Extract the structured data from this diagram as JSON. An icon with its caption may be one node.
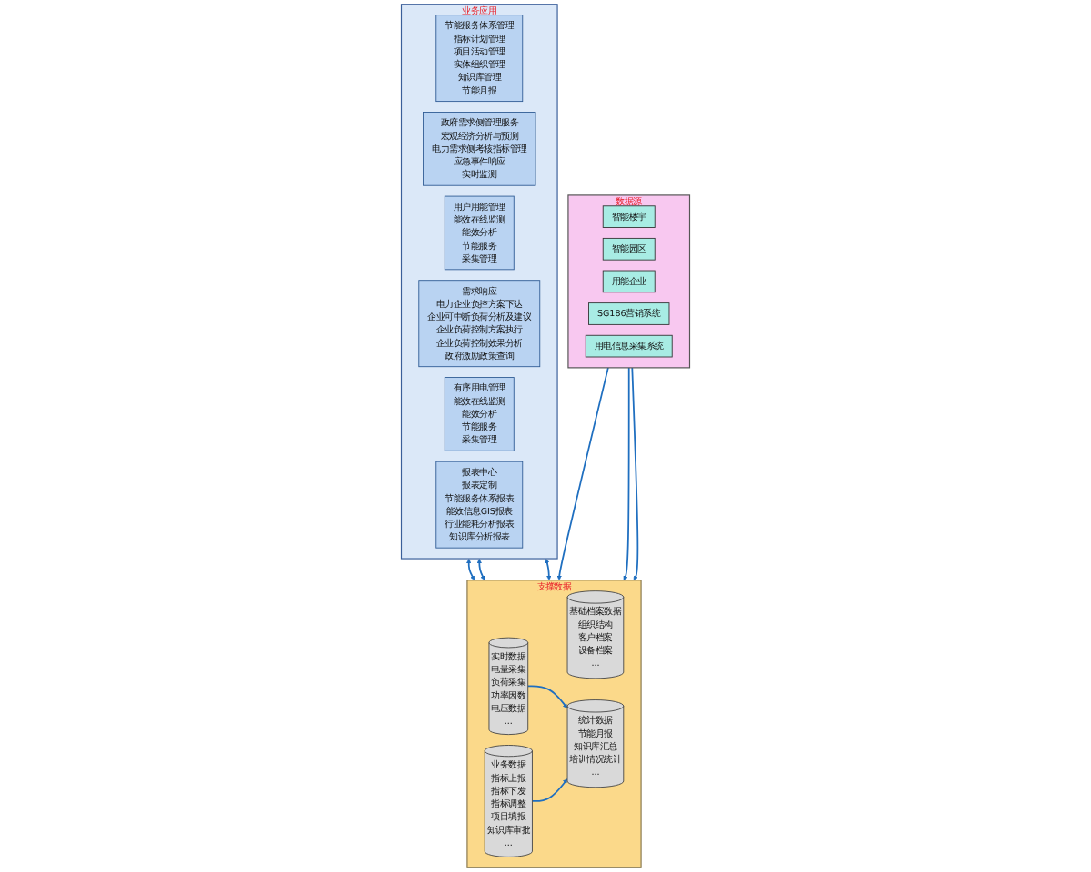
{
  "diagram": {
    "nodes": [
      {
        "text": [
          "业务应用"
        ]
      },
      {
        "text": [
          "节能服务体系管理",
          "指标计划管理",
          "项目活动管理",
          "实体组织管理",
          "知识库管理",
          "节能月报"
        ],
        "in": 0
      },
      {
        "text": [
          "政府需求侧管理服务",
          "宏观经济分析与预测",
          "电力需求侧考核指标管理",
          "应急事件响应",
          "实时监测"
        ],
        "in": 0
      },
      {
        "text": [
          "用户用能管理",
          "能效在线监测",
          "能效分析",
          "节能服务",
          "采集管理"
        ],
        "in": 0
      },
      {
        "text": [
          "需求响应",
          "电力企业负控方案下达",
          "企业可中断负荷分析及建议",
          "企业负荷控制方案执行",
          "企业负荷控制效果分析",
          "政府激励政策查询"
        ],
        "in": 0
      },
      {
        "text": [
          "有序用电管理",
          "能效在线监测",
          "能效分析",
          "节能服务",
          "采集管理"
        ],
        "in": 0
      },
      {
        "text": [
          "报表中心",
          "报表定制",
          "节能服务体系报表",
          "能效信息GIS报表",
          "行业能耗分析报表",
          "知识库分析报表"
        ],
        "in": 0
      },
      {
        "text": [
          "支撑数据"
        ]
      },
      {
        "text": [
          "基础档案数据",
          "组织结构",
          "客户档案",
          "设备档案",
          "..."
        ],
        "in": 7
      },
      {
        "text": [
          "实时数据",
          "电量采集",
          "负荷采集",
          "功率因数",
          "电压数据",
          "..."
        ],
        "in": 7
      },
      {
        "text": [
          "统计数据",
          "节能月报",
          "知识库汇总",
          "培训情况统计",
          "..."
        ],
        "in": 7
      },
      {
        "text": [
          "业务数据",
          "指标上报",
          "指标下发",
          "指标调整",
          "项目填报",
          "知识库审批",
          "..."
        ],
        "in": 7
      },
      {
        "text": [
          "数据源"
        ]
      },
      {
        "text": [
          "智能楼宇"
        ],
        "in": 12
      },
      {
        "text": [
          "智能园区"
        ],
        "in": 12
      },
      {
        "text": [
          "用能企业"
        ],
        "in": 12
      },
      {
        "text": [
          "SG186营销系统"
        ],
        "in": 12
      },
      {
        "text": [
          "用电信息采集系统"
        ],
        "in": 12
      }
    ],
    "edges": [
      {
        "from": 0,
        "to": 7,
        "arrow": "both"
      },
      {
        "from": 0,
        "to": 7,
        "arrow": "both"
      },
      {
        "from": 0,
        "to": 7,
        "arrow": "both"
      },
      {
        "from": 9,
        "to": 10,
        "arrow": "to"
      },
      {
        "from": 11,
        "to": 10,
        "arrow": "to"
      },
      {
        "from": 12,
        "to": 7,
        "arrow": "to"
      },
      {
        "from": 12,
        "to": 7,
        "arrow": "to"
      },
      {
        "from": 12,
        "to": 7,
        "arrow": "to"
      }
    ]
  }
}
